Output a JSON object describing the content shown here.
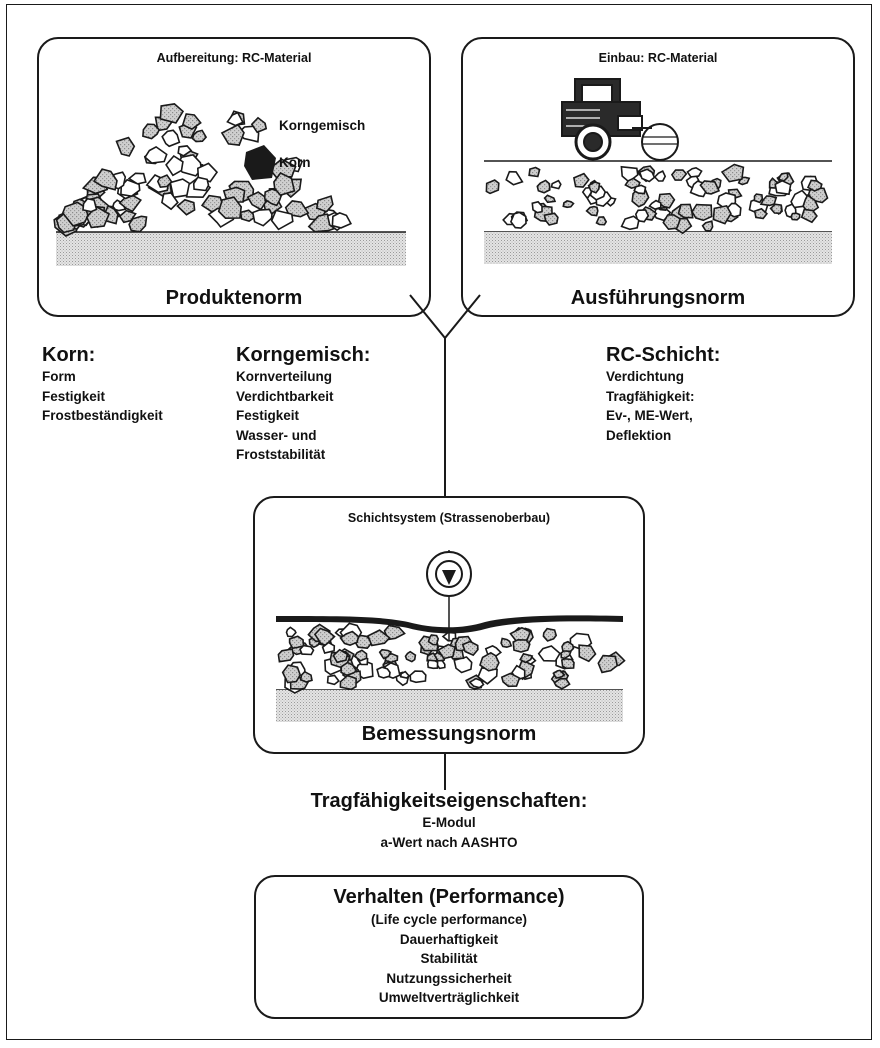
{
  "boxes": {
    "aufbereitung": {
      "title": "Aufbereitung: RC-Material",
      "label_korngemisch": "Korngemisch",
      "label_korn": "Korn",
      "norm": "Produktenorm"
    },
    "einbau": {
      "title": "Einbau: RC-Material",
      "norm": "Ausführungsnorm"
    },
    "schichtsystem": {
      "title": "Schichtsystem (Strassenoberbau)",
      "norm": "Bemessungsnorm"
    }
  },
  "korn": {
    "heading": "Korn:",
    "items": [
      "Form",
      "Festigkeit",
      "Frostbeständigkeit"
    ]
  },
  "korngemisch": {
    "heading": "Korngemisch:",
    "items": [
      "Kornverteilung",
      "Verdichtbarkeit",
      "Festigkeit",
      "Wasser- und",
      "Froststabilität"
    ]
  },
  "rc_schicht": {
    "heading": "RC-Schicht:",
    "items": [
      "Verdichtung",
      "Tragfähigkeit:",
      "Ev-, ME-Wert,",
      "Deflektion"
    ]
  },
  "tragfaehigkeit": {
    "heading": "Tragfähigkeitseigenschaften:",
    "items": [
      "E-Modul",
      "a-Wert nach AASHTO"
    ]
  },
  "verhalten": {
    "heading": "Verhalten (Performance)",
    "items": [
      "(Life cycle performance)",
      "Dauerhaftigkeit",
      "Stabilität",
      "Nutzungssicherheit",
      "Umweltverträglichkeit"
    ]
  }
}
